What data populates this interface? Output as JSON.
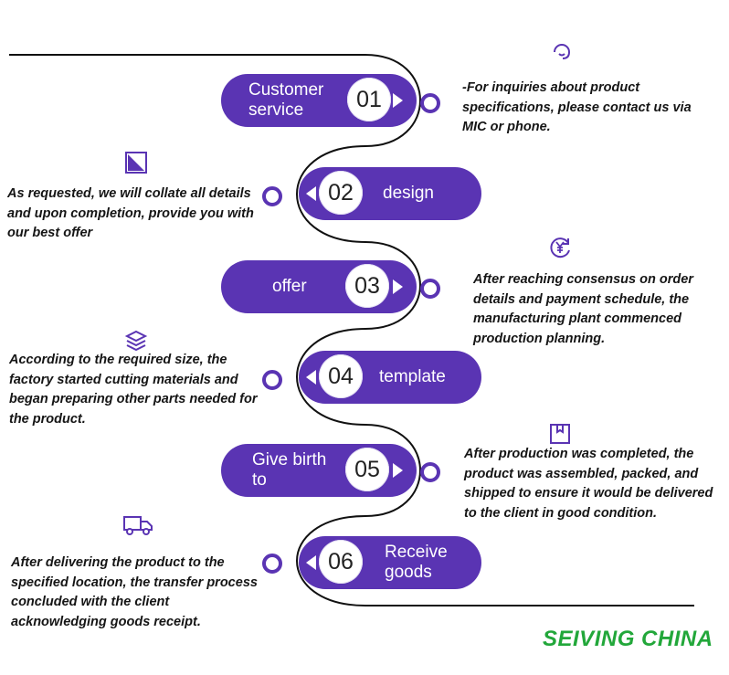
{
  "theme": {
    "accent": "#5a34b3",
    "brand_color": "#22a73a"
  },
  "steps": [
    {
      "num": "01",
      "label": "Customer service",
      "icon": "headset-icon",
      "desc": "-For inquiries about product specifications, please contact us via MIC or phone."
    },
    {
      "num": "02",
      "label": "design",
      "icon": "design-icon",
      "desc": "As requested, we will collate all details and upon completion, provide you with our best offer"
    },
    {
      "num": "03",
      "label": "offer",
      "icon": "yen-refresh-icon",
      "desc": "After reaching consensus on order details and payment schedule, the manufacturing plant commenced production planning."
    },
    {
      "num": "04",
      "label": "template",
      "icon": "layers-icon",
      "desc": "According to the required size, the factory started cutting materials and began preparing other parts needed for the product."
    },
    {
      "num": "05",
      "label": "Give birth to",
      "icon": "box-icon",
      "desc": "After production was completed, the product was assembled, packed, and shipped to ensure it would be delivered to the client in good condition."
    },
    {
      "num": "06",
      "label": "Receive goods",
      "icon": "truck-icon",
      "desc": "After delivering the product to the specified location, the transfer process concluded with the client acknowledging goods receipt."
    }
  ],
  "brand": "SEIVING CHINA"
}
